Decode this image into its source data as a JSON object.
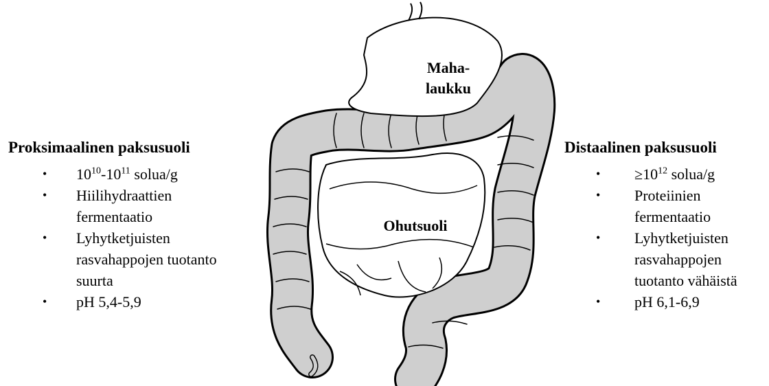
{
  "left_panel": {
    "heading": "Proksimaalinen paksusuoli",
    "count_base": "10",
    "count_exp_low": "10",
    "count_sep": "-10",
    "count_exp_high": "11",
    "count_unit": " solua/g",
    "fermentation_l1": "Hiilihydraattien",
    "fermentation_l2": "fermentaatio",
    "scfa_l1": "Lyhytketjuisten",
    "scfa_l2": "rasvahappojen tuotanto",
    "scfa_l3": "suurta",
    "ph": "pH 5,4-5,9"
  },
  "right_panel": {
    "heading": "Distaalinen paksusuoli",
    "count_prefix": "≥10",
    "count_exp": "12",
    "count_unit": " solua/g",
    "fermentation_l1": "Proteiinien",
    "fermentation_l2": "fermentaatio",
    "scfa_l1": "Lyhytketjuisten",
    "scfa_l2": "rasvahappojen",
    "scfa_l3": "tuotanto vähäistä",
    "ph": "pH 6,1-6,9"
  },
  "bullet_glyph": "•",
  "labels": {
    "stomach_l1": "Maha-",
    "stomach_l2": "laukku",
    "small_intestine": "Ohutsuoli"
  },
  "colors": {
    "colon_fill": "#cfcfcf",
    "outline": "#000000",
    "background": "#ffffff"
  }
}
